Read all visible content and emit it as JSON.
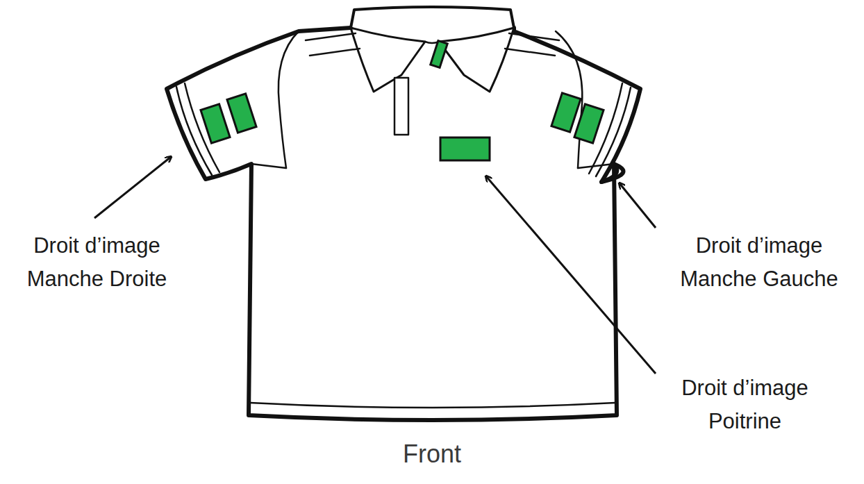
{
  "diagram": {
    "labels": [
      "Droit d’image Manche Droite",
      "Droit d’image Manche Gauche",
      "Droit d’image Poitrine",
      "Front"
    ]
  }
}
